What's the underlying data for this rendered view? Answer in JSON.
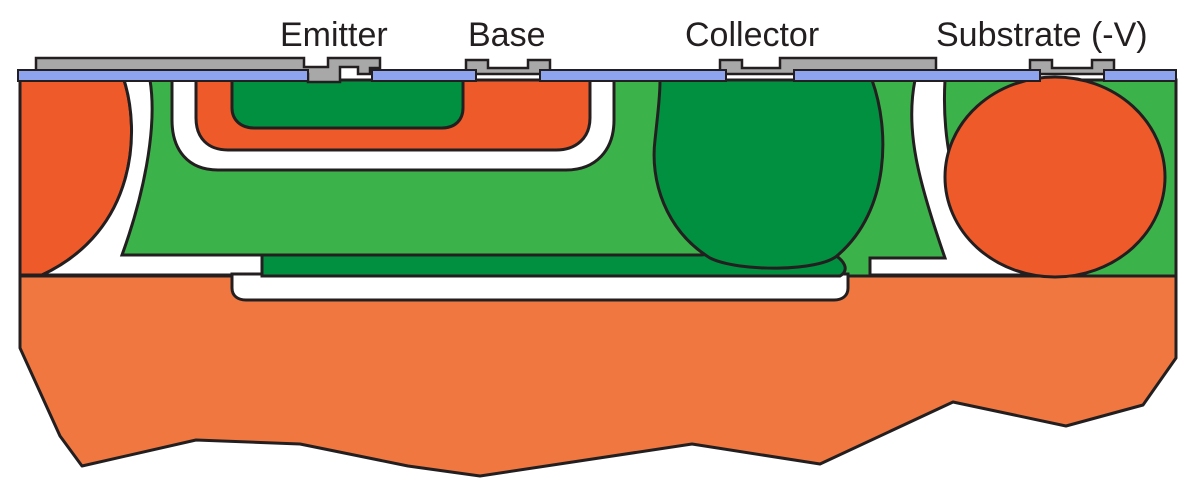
{
  "title": "Bipolar junction transistor cross-section (integrated circuit)",
  "labels": {
    "emitter": "Emitter",
    "base": "Base",
    "collector": "Collector",
    "substrate": "Substrate (-V)"
  },
  "colors": {
    "substrate": "#f07840",
    "p_isolation": "#ee5a2a",
    "n_epi": "#3cb34a",
    "n_plus": "#00903f",
    "depletion": "#ffffff",
    "oxide": "#8fa4ee",
    "metal": "#a8a8a8",
    "outline": "#231f20"
  }
}
